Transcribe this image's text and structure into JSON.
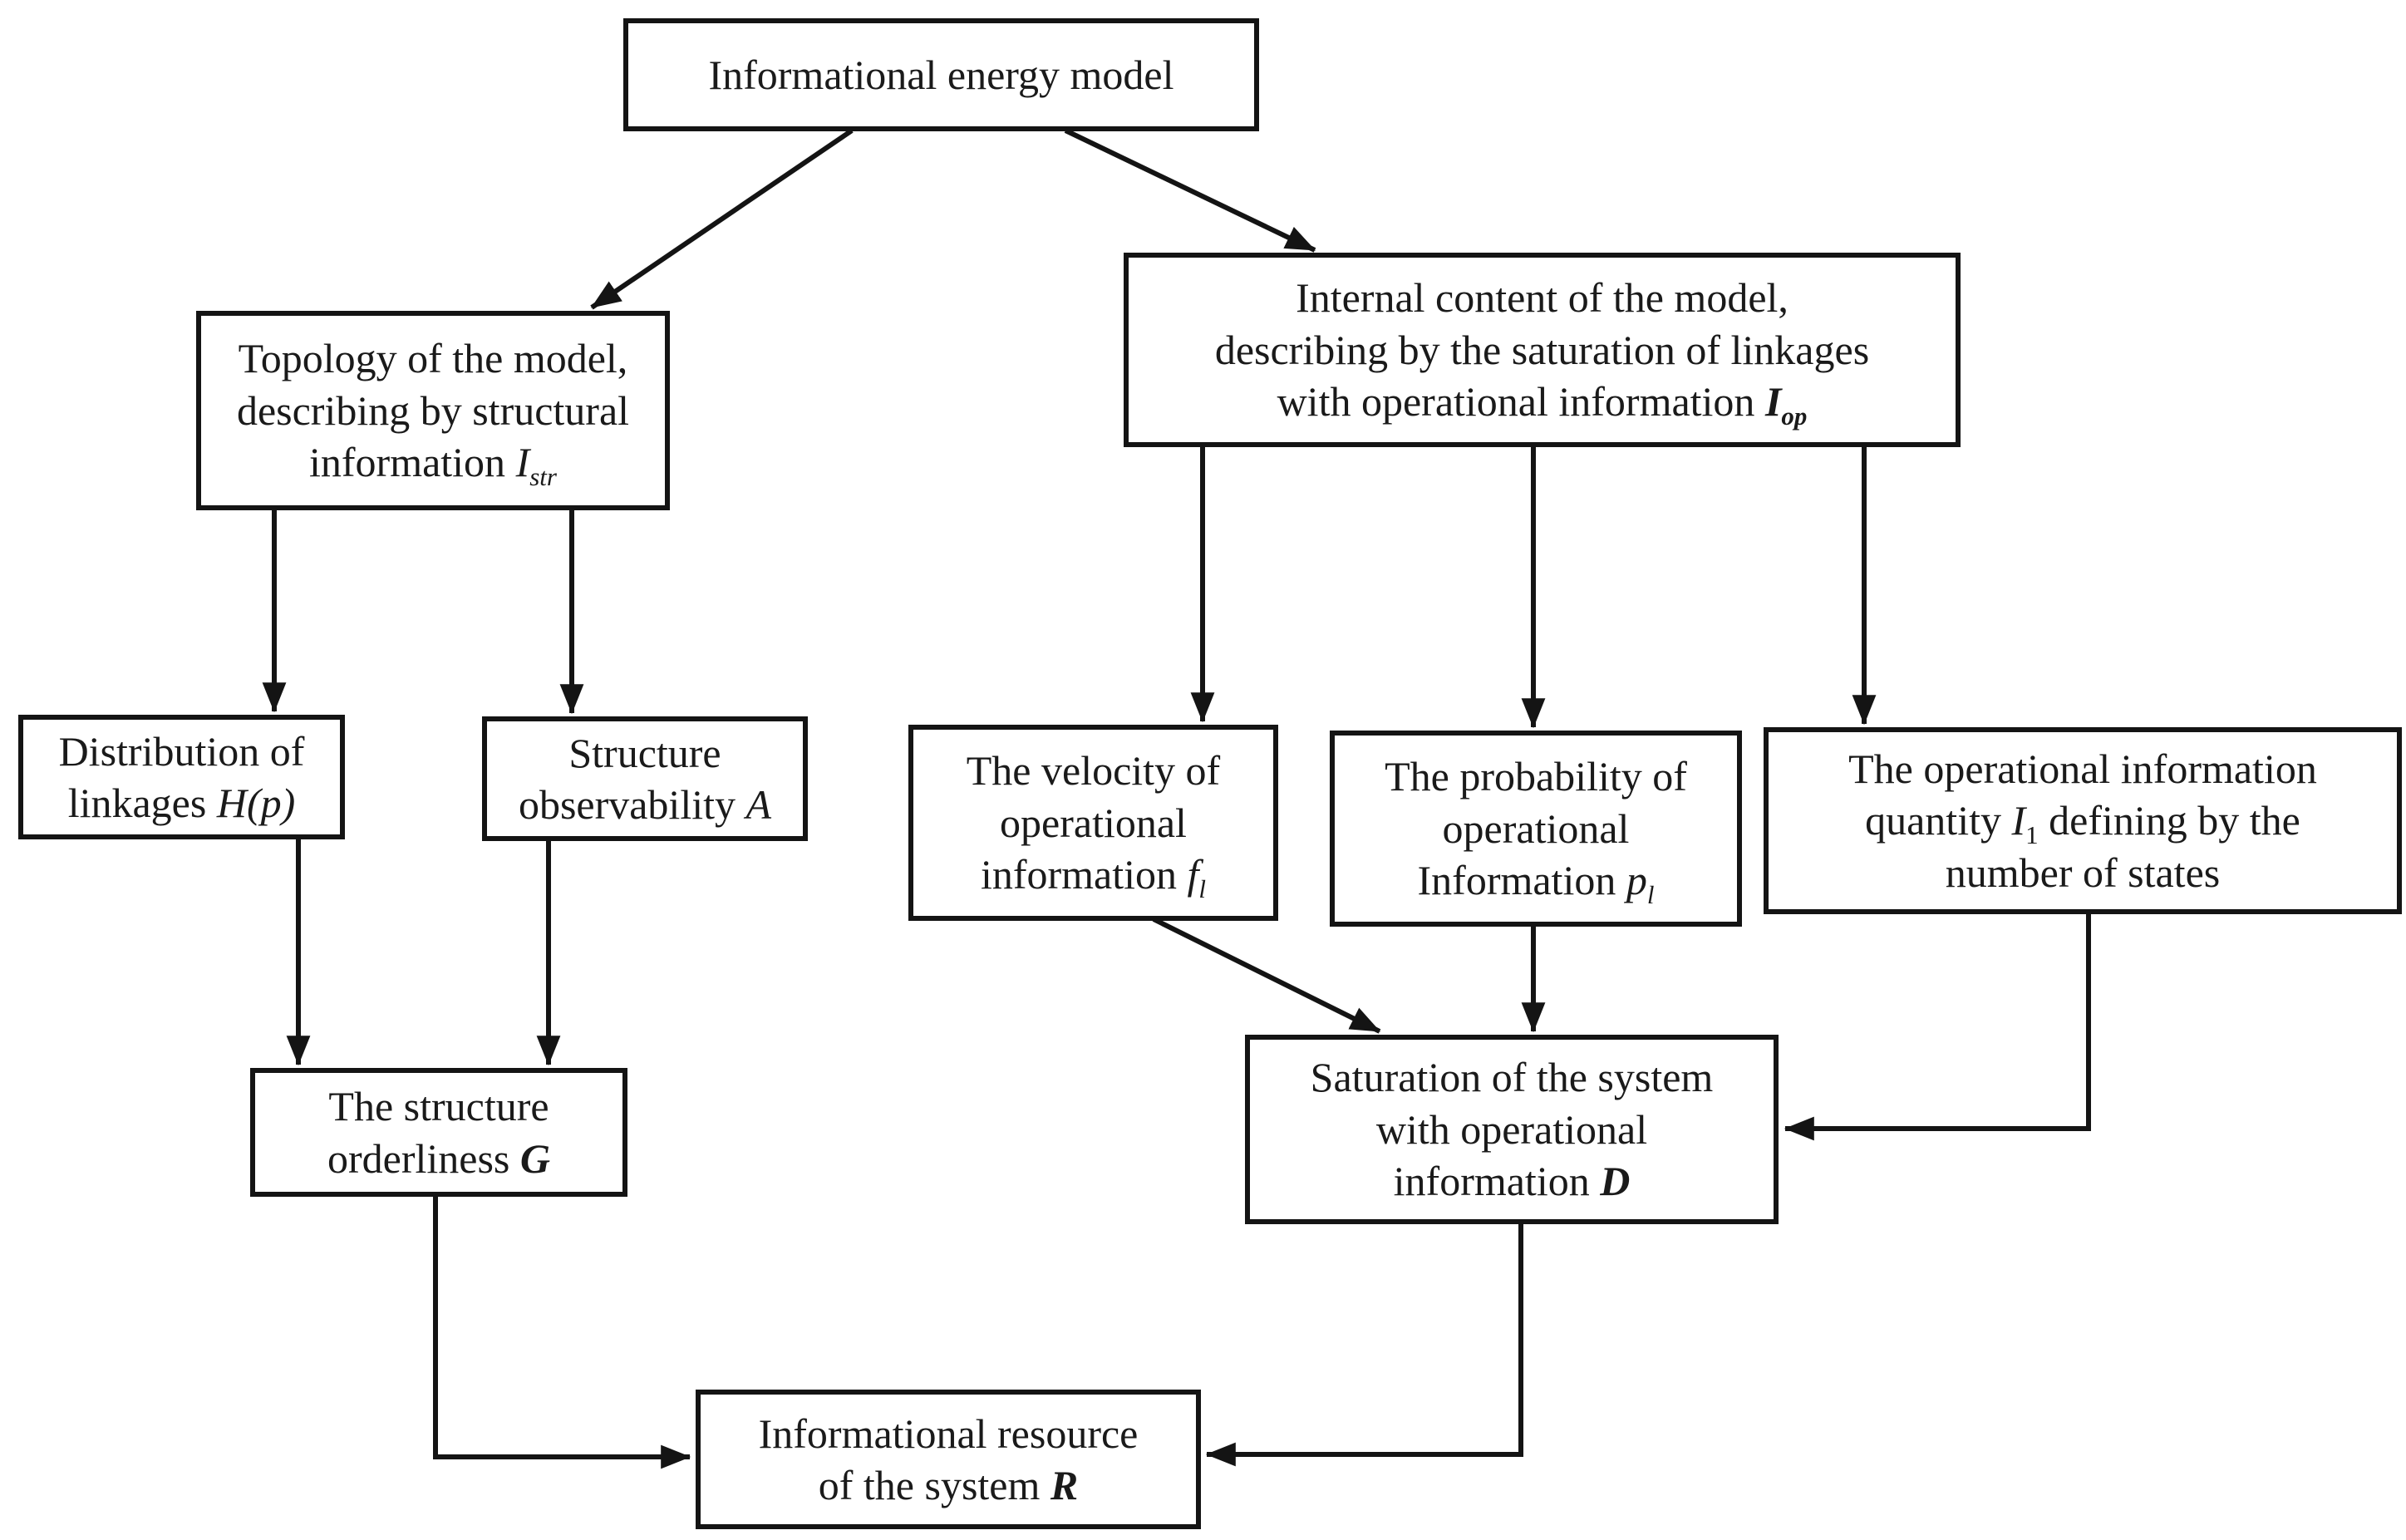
{
  "figure": {
    "background_color": "#ffffff",
    "line_color": "#141414",
    "text_color": "#1a1a1a"
  },
  "nodes": {
    "title": {
      "segments": [
        {
          "t": "Informational energy model"
        }
      ]
    },
    "topology": {
      "segments": [
        {
          "t": "Topology of the model,"
        },
        {
          "br": true
        },
        {
          "t": "describing by structural"
        },
        {
          "br": true
        },
        {
          "t": "information "
        },
        {
          "t": "I",
          "italic": true
        },
        {
          "t": "str",
          "italic": true,
          "sub": true
        }
      ]
    },
    "internal_content": {
      "segments": [
        {
          "t": "Internal content of the model,"
        },
        {
          "br": true
        },
        {
          "t": "describing by the saturation of linkages"
        },
        {
          "br": true
        },
        {
          "t": "with operational information "
        },
        {
          "t": "I",
          "italic": true,
          "bold": true
        },
        {
          "t": "op",
          "italic": true,
          "bold": true,
          "sub": true
        }
      ]
    },
    "distribution_of_linkages": {
      "segments": [
        {
          "t": "Distribution of"
        },
        {
          "br": true
        },
        {
          "t": "linkages "
        },
        {
          "t": "H(p)",
          "italic": true
        }
      ]
    },
    "structure_observability": {
      "segments": [
        {
          "t": "Structure"
        },
        {
          "br": true
        },
        {
          "t": "observability "
        },
        {
          "t": "A",
          "italic": true
        }
      ]
    },
    "velocity_of_operational_information": {
      "segments": [
        {
          "t": "The velocity of"
        },
        {
          "br": true
        },
        {
          "t": "operational"
        },
        {
          "br": true
        },
        {
          "t": "information "
        },
        {
          "t": "f",
          "italic": true
        },
        {
          "t": "l",
          "italic": true,
          "sub": true
        }
      ]
    },
    "probability_of_operational_information": {
      "segments": [
        {
          "t": "The probability of"
        },
        {
          "br": true
        },
        {
          "t": "operational"
        },
        {
          "br": true
        },
        {
          "t": "Information "
        },
        {
          "t": "p",
          "italic": true
        },
        {
          "t": "l",
          "italic": true,
          "sub": true
        }
      ]
    },
    "operational_information_quantity": {
      "segments": [
        {
          "t": "The operational information"
        },
        {
          "br": true
        },
        {
          "t": "quantity "
        },
        {
          "t": "I",
          "italic": true
        },
        {
          "t": "1",
          "sub": true
        },
        {
          "t": " defining by the"
        },
        {
          "br": true
        },
        {
          "t": "number of states"
        }
      ]
    },
    "structure_orderliness": {
      "segments": [
        {
          "t": "The structure"
        },
        {
          "br": true
        },
        {
          "t": "orderliness "
        },
        {
          "t": "G",
          "italic": true,
          "bold": true
        }
      ]
    },
    "saturation_of_system": {
      "segments": [
        {
          "t": "Saturation of the system"
        },
        {
          "br": true
        },
        {
          "t": "with operational"
        },
        {
          "br": true
        },
        {
          "t": "information "
        },
        {
          "t": "D",
          "italic": true,
          "bold": true
        }
      ]
    },
    "informational_resource": {
      "segments": [
        {
          "t": "Informational resource"
        },
        {
          "br": true
        },
        {
          "t": "of the system "
        },
        {
          "t": "R",
          "italic": true,
          "bold": true
        }
      ]
    }
  },
  "edges": [
    {
      "from": "informational-energy-model",
      "to": "topology-of-the-model"
    },
    {
      "from": "informational-energy-model",
      "to": "internal-content-of-the-model"
    },
    {
      "from": "topology-of-the-model",
      "to": "distribution-of-linkages"
    },
    {
      "from": "topology-of-the-model",
      "to": "structure-observability"
    },
    {
      "from": "internal-content-of-the-model",
      "to": "velocity-of-operational-information"
    },
    {
      "from": "internal-content-of-the-model",
      "to": "probability-of-operational-information"
    },
    {
      "from": "internal-content-of-the-model",
      "to": "operational-information-quantity"
    },
    {
      "from": "distribution-of-linkages",
      "to": "structure-orderliness"
    },
    {
      "from": "structure-observability",
      "to": "structure-orderliness"
    },
    {
      "from": "velocity-of-operational-information",
      "to": "saturation-of-the-system"
    },
    {
      "from": "probability-of-operational-information",
      "to": "saturation-of-the-system"
    },
    {
      "from": "operational-information-quantity",
      "to": "saturation-of-the-system"
    },
    {
      "from": "structure-orderliness",
      "to": "informational-resource-of-the-system"
    },
    {
      "from": "saturation-of-the-system",
      "to": "informational-resource-of-the-system"
    }
  ]
}
